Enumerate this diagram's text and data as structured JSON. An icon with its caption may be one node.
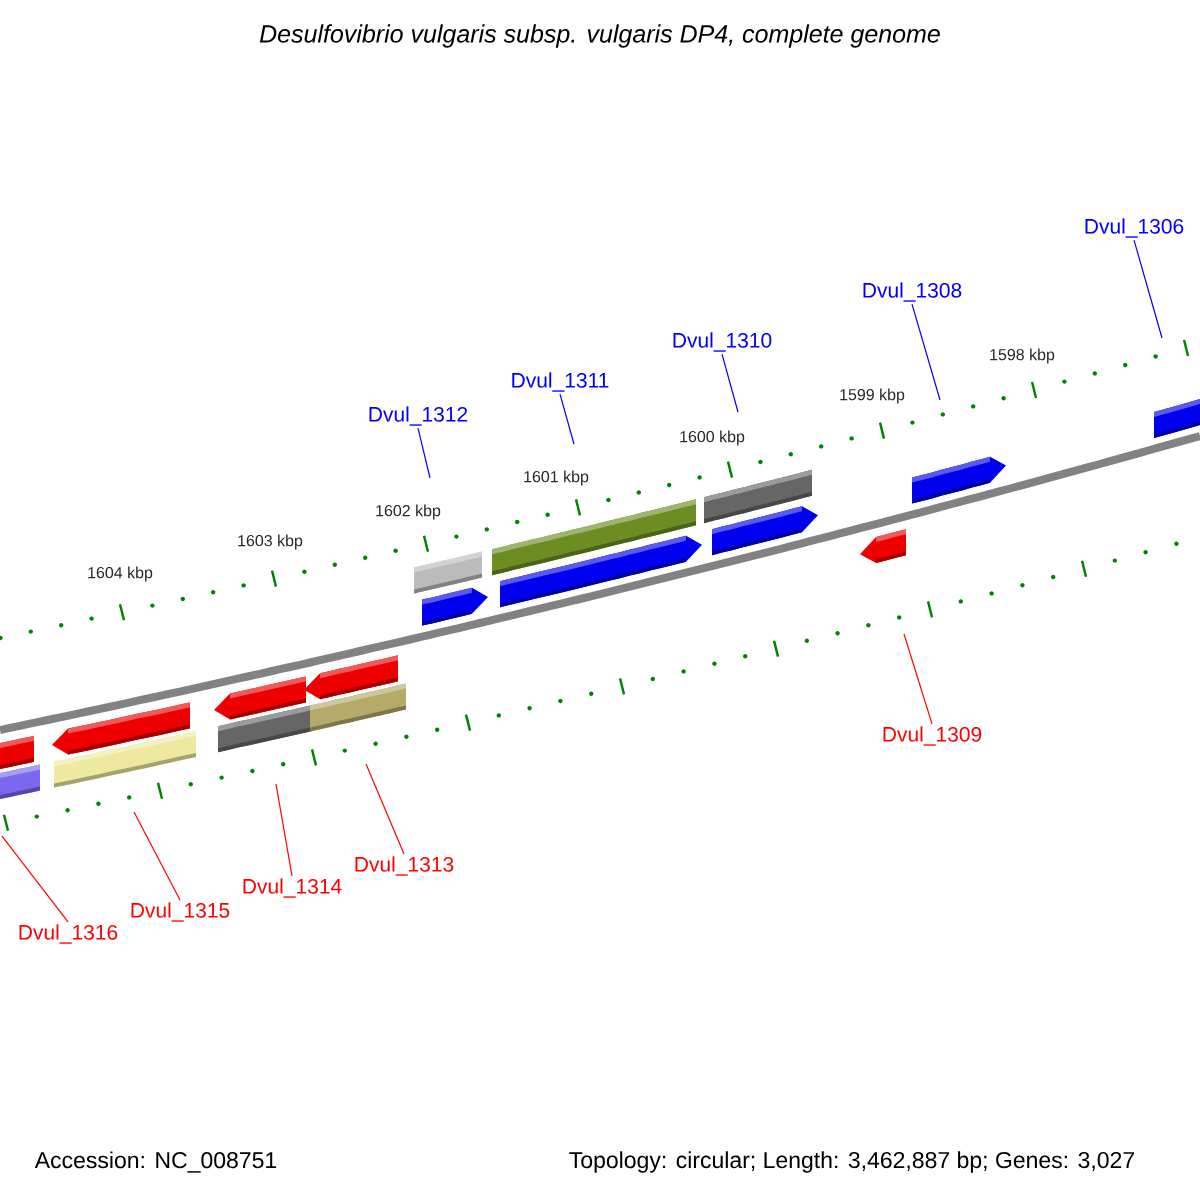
{
  "diagram": {
    "title": "Desulfovibrio vulgaris subsp. vulgaris DP4, complete genome",
    "nodes": [
      {
        "text": [
          "Dvul_1312"
        ]
      },
      {
        "text": [
          "Dvul_1311"
        ]
      },
      {
        "text": [
          "Dvul_1310"
        ]
      },
      {
        "text": [
          "Dvul_1308"
        ]
      },
      {
        "text": [
          "Dvul_1306"
        ]
      },
      {
        "text": [
          "Dvul_1309"
        ]
      },
      {
        "text": [
          "Dvul_1313"
        ]
      },
      {
        "text": [
          "Dvul_1314"
        ]
      },
      {
        "text": [
          "Dvul_1315"
        ]
      },
      {
        "text": [
          "Dvul_1316"
        ]
      }
    ],
    "edges": [
      {
        "from": 0,
        "to": null,
        "arrow": "none"
      },
      {
        "from": 1,
        "to": null,
        "arrow": "none"
      },
      {
        "from": 2,
        "to": null,
        "arrow": "none"
      },
      {
        "from": 3,
        "to": null,
        "arrow": "none"
      },
      {
        "from": 4,
        "to": null,
        "arrow": "none"
      },
      {
        "from": 5,
        "to": null,
        "arrow": "none",
        "color": "#ff0000"
      },
      {
        "from": 6,
        "to": null,
        "arrow": "none",
        "color": "#ff0000"
      },
      {
        "from": 7,
        "to": null,
        "arrow": "none",
        "color": "#ff0000"
      },
      {
        "from": 8,
        "to": null,
        "arrow": "none",
        "color": "#ff0000"
      },
      {
        "from": 9,
        "to": null,
        "arrow": "none",
        "color": "#ff0000"
      }
    ],
    "labels": [
      "1598 kbp",
      "1599 kbp",
      "1600 kbp",
      "1601 kbp",
      "1602 kbp",
      "1603 kbp",
      "1604 kbp",
      "Accession: NC_008751",
      "Topology: circular; Length: 3,462,887 bp; Genes: 3,027"
    ]
  }
}
